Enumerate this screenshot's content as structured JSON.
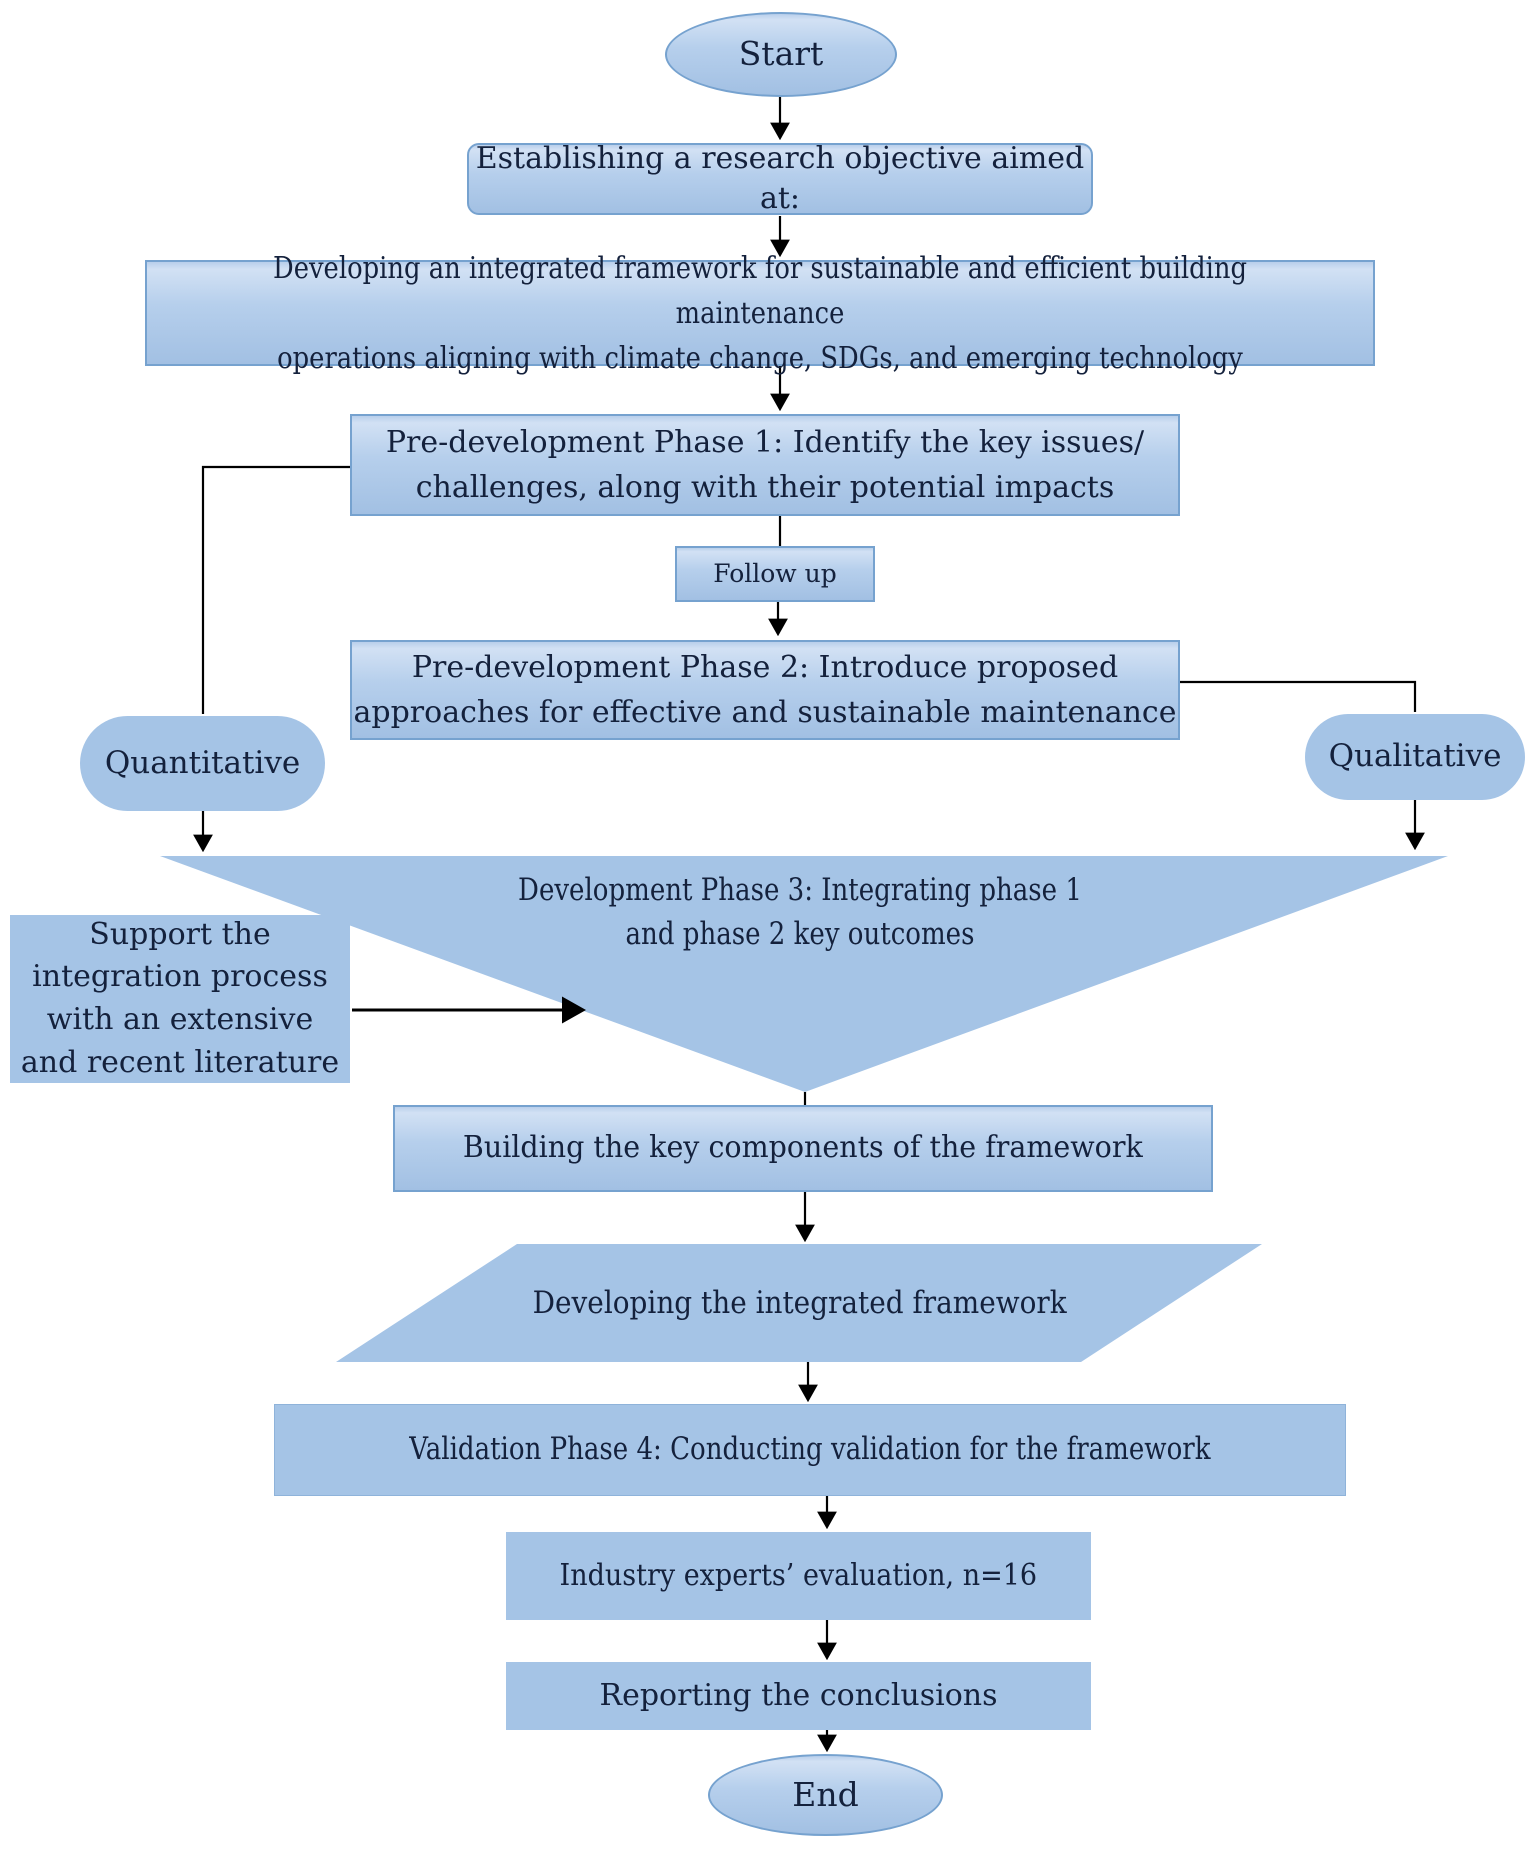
{
  "palette": {
    "node_fill_top": "#d2e1f4",
    "node_fill_bottom": "#a2c0e3",
    "node_flat_fill": "#a5c4e6",
    "node_border": "#76a2cf",
    "text_color": "#14213c",
    "connector_color": "#000000"
  },
  "nodes": {
    "start": {
      "label": "Start"
    },
    "objective": {
      "label": "Establishing a research objective aimed at:"
    },
    "framework": {
      "line1": "Developing an integrated framework for sustainable and efficient building maintenance",
      "line2": "operations aligning with climate change, SDGs, and emerging technology"
    },
    "phase1": {
      "line1": "Pre-development Phase 1: Identify the key issues/",
      "line2": "challenges, along with their potential impacts"
    },
    "follow_up": {
      "label": "Follow up"
    },
    "phase2": {
      "line1": "Pre-development Phase 2:  Introduce proposed",
      "line2": "approaches for effective and sustainable maintenance"
    },
    "quantitative": {
      "label": "Quantitative"
    },
    "qualitative": {
      "label": "Qualitative"
    },
    "phase3": {
      "line1": "Development Phase 3:  Integrating phase 1",
      "line2": "and phase 2 key outcomes"
    },
    "support": {
      "line1": "Support the",
      "line2": "integration process",
      "line3": "with an extensive",
      "line4": "and recent literature"
    },
    "building": {
      "label": "Building the key components of the framework"
    },
    "developing": {
      "label": "Developing the integrated framework"
    },
    "phase4": {
      "label": "Validation Phase 4:  Conducting validation for the framework"
    },
    "experts": {
      "label": "Industry experts’ evaluation, n=16"
    },
    "reporting": {
      "label": "Reporting the conclusions"
    },
    "end": {
      "label": "End"
    }
  }
}
